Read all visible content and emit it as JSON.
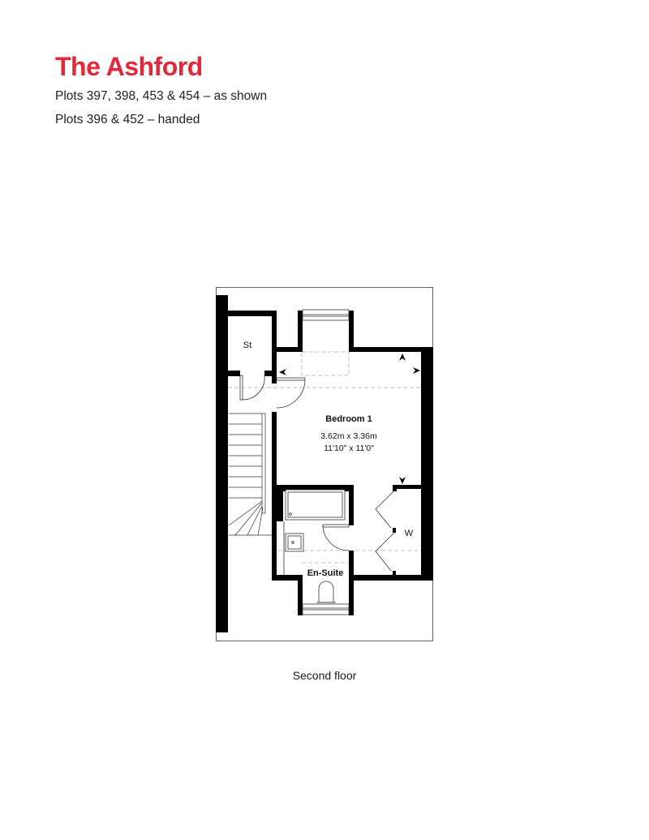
{
  "header": {
    "title": "The Ashford",
    "title_color": "#e3283b",
    "plots_as_shown": "Plots 397, 398, 453 & 454 – as shown",
    "plots_handed": "Plots 396 & 452 – handed"
  },
  "floorplan": {
    "caption": "Second floor",
    "rooms": [
      {
        "name": "St"
      },
      {
        "name": "Bedroom 1",
        "metric": "3.62m x 3.36m",
        "imperial": "11'10\" x 11'0\""
      },
      {
        "name": "W"
      },
      {
        "name": "En-Suite"
      }
    ],
    "colors": {
      "wall": "#000000",
      "outline": "#555555",
      "dashed": "#aaaaaa"
    }
  }
}
